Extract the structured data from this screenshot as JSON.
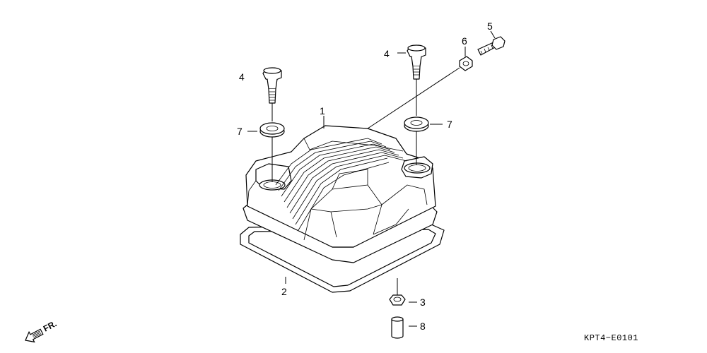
{
  "callouts": {
    "cover": "1",
    "gasket": "2",
    "seal_nut": "3",
    "bolt_left": "4",
    "bolt_right": "4",
    "bolt_small": "5",
    "washer": "6",
    "grommet_left": "7",
    "grommet_right": "7",
    "dowel": "8"
  },
  "direction": {
    "label": "FR."
  },
  "diagram_code": "KPT4−E0101"
}
